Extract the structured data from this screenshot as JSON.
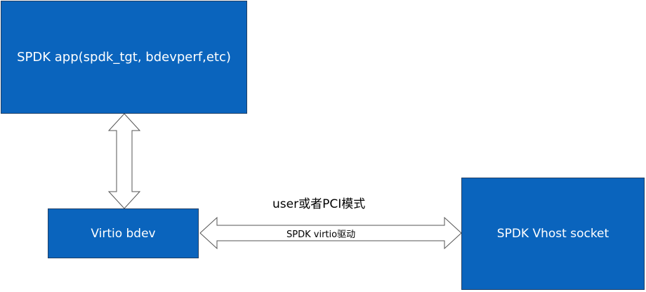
{
  "colors": {
    "box_fill": "#0a64bd",
    "box_border": "#1f3f66",
    "arrow_stroke": "#555555",
    "arrow_fill": "#ffffff"
  },
  "boxes": {
    "app": "SPDK app(spdk_tgt, bdevperf,etc)",
    "virtio_bdev": "Virtio bdev",
    "vhost_socket": "SPDK Vhost socket"
  },
  "connectors": {
    "horizontal_top_label": "user或者PCI模式",
    "horizontal_inner_label": "SPDK virtio驱动"
  }
}
